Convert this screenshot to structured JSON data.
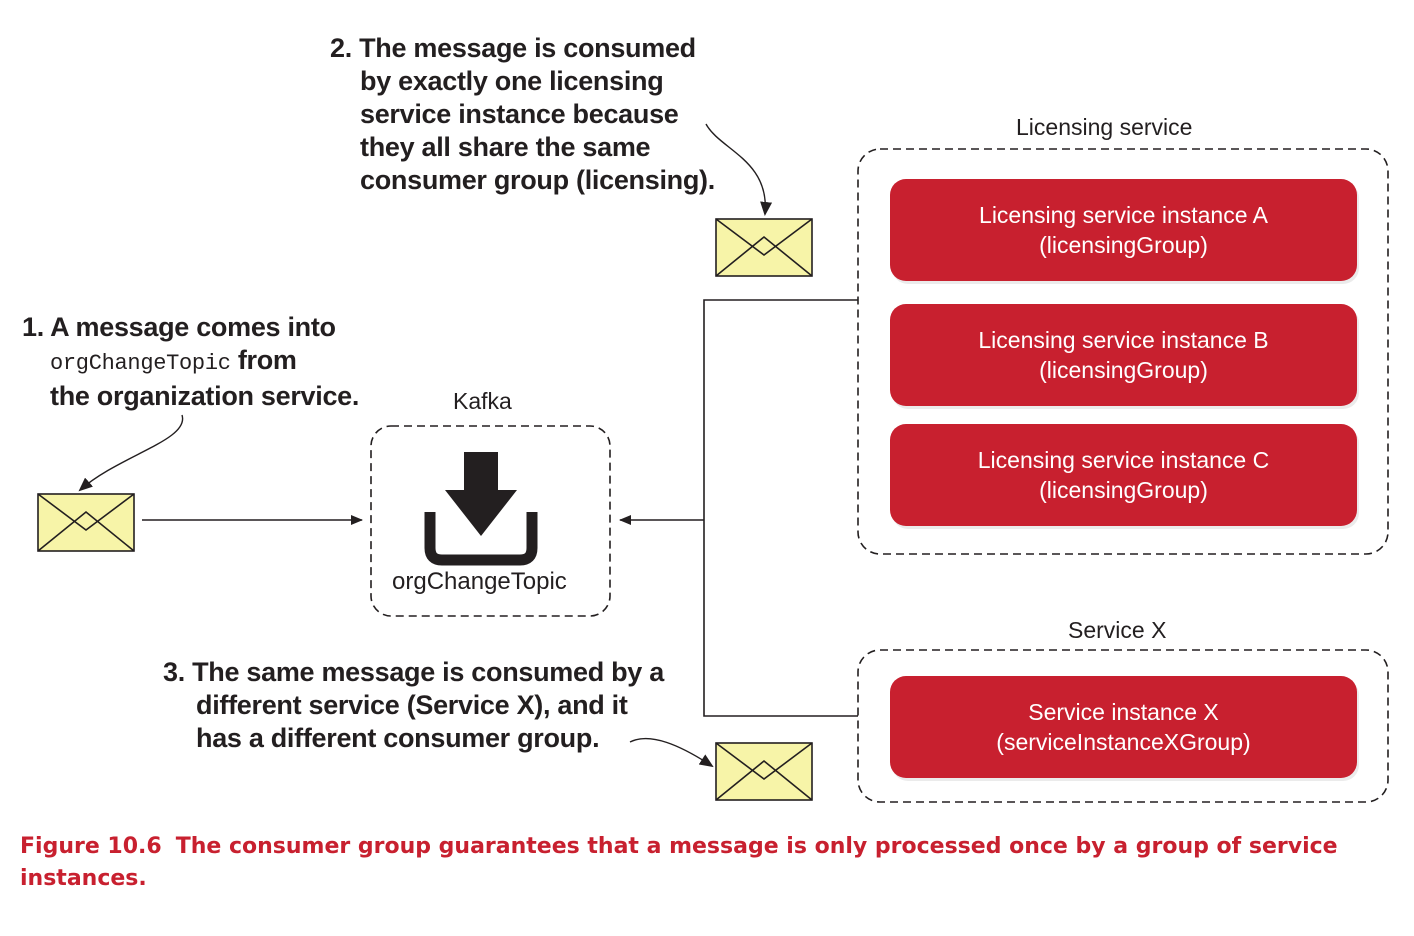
{
  "callouts": {
    "step1": {
      "line1": "1. A message comes into",
      "topic_code": "orgChangeTopic",
      "line2_suffix": "from",
      "line3": "the organization service."
    },
    "step2": {
      "lines": [
        "2. The message is consumed",
        "by exactly one licensing",
        "service instance because",
        "they all share the same",
        "consumer group (licensing)."
      ]
    },
    "step3": {
      "lines": [
        "3. The same message is consumed by a",
        "different service (Service X), and it",
        "has a different consumer group."
      ]
    }
  },
  "kafka": {
    "label": "Kafka",
    "topic": "orgChangeTopic",
    "icon": "download-tray-icon"
  },
  "licensing_service": {
    "label": "Licensing service",
    "instances": [
      {
        "name": "Licensing service instance A",
        "group": "(licensingGroup)"
      },
      {
        "name": "Licensing service instance B",
        "group": "(licensingGroup)"
      },
      {
        "name": "Licensing service instance C",
        "group": "(licensingGroup)"
      }
    ]
  },
  "service_x": {
    "label": "Service X",
    "instances": [
      {
        "name": "Service instance X",
        "group": "(serviceInstanceXGroup)"
      }
    ]
  },
  "caption": {
    "figure": "Figure 10.6",
    "text": "The consumer group guarantees that a message is only processed once by a group of service instances."
  },
  "colors": {
    "instance_fill": "#c8202f",
    "envelope_fill": "#f7f4a8",
    "caption": "#c8202f",
    "ink": "#231f20"
  }
}
